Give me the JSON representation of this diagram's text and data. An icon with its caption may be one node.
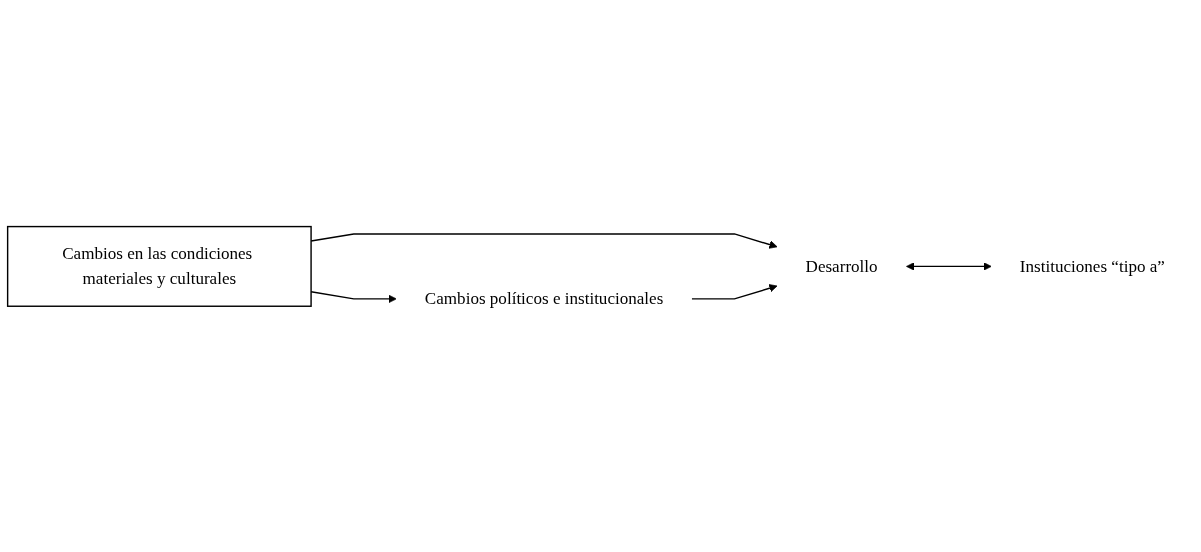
{
  "diagram": {
    "nodes": [
      {
        "text": [
          "Cambios en las condiciones materiales y culturales"
        ]
      },
      {
        "text": [
          "Cambios políticos e institucionales"
        ]
      },
      {
        "text": [
          "Desarrollo"
        ]
      },
      {
        "text": [
          "Instituciones “tipo a”"
        ]
      }
    ],
    "edges": [
      {
        "from": 0,
        "to": 1,
        "arrow": "to"
      },
      {
        "from": 0,
        "to": 2,
        "arrow": "to"
      },
      {
        "from": 1,
        "to": 2,
        "arrow": "to"
      },
      {
        "from": 2,
        "to": 3,
        "arrow": "both"
      }
    ]
  }
}
